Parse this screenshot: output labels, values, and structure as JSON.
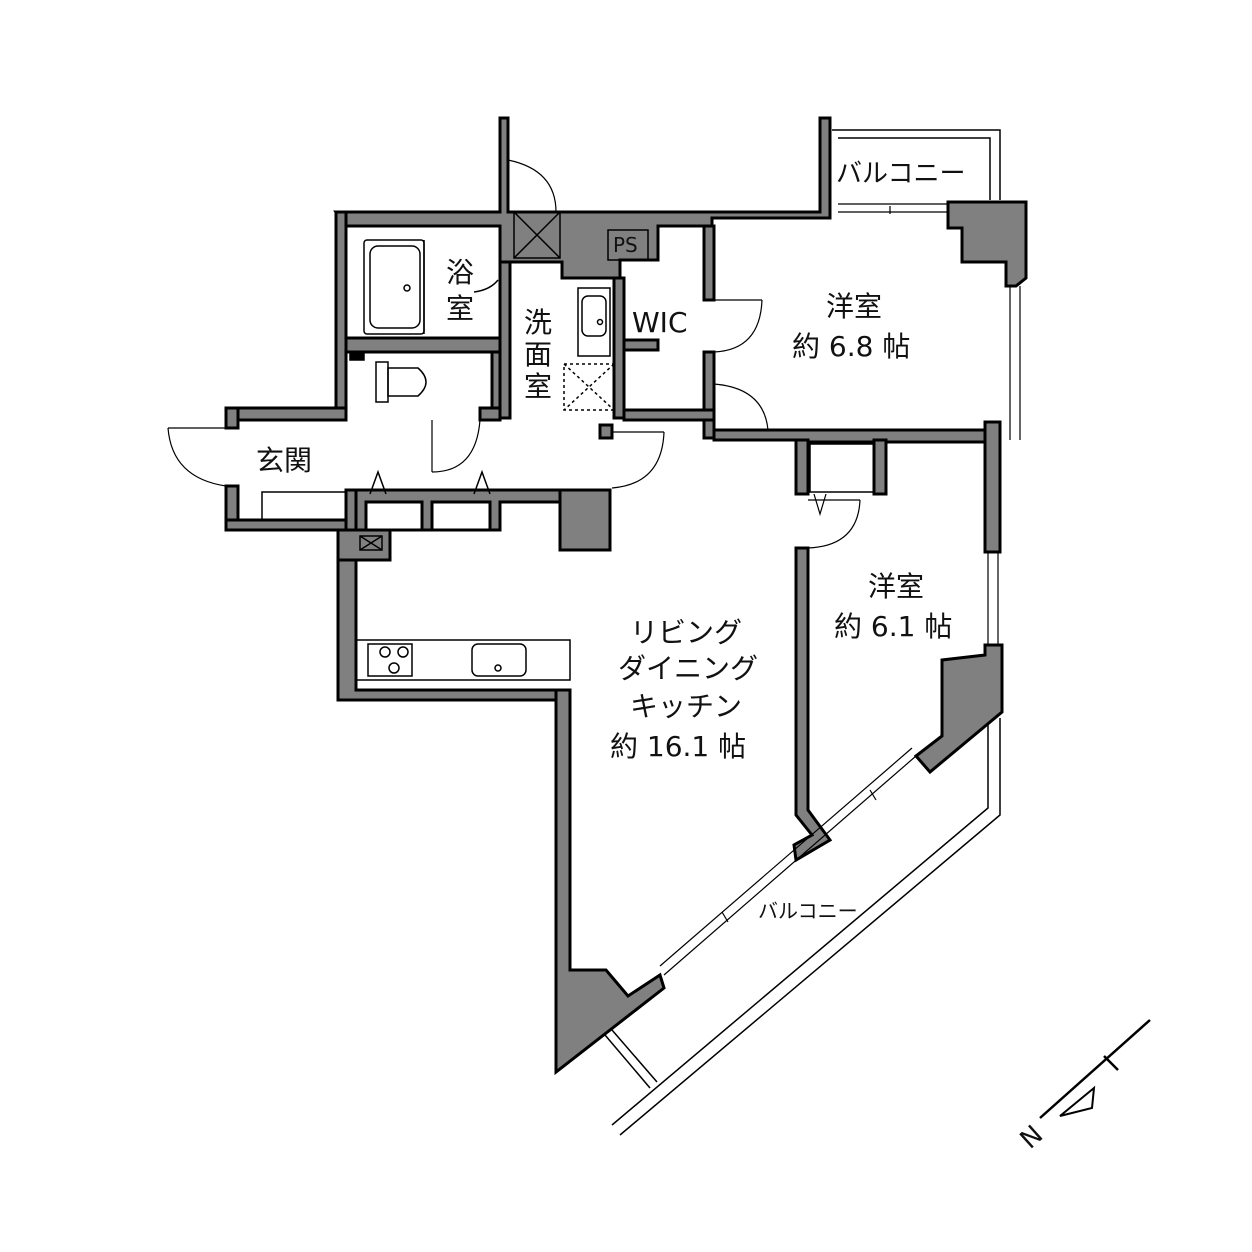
{
  "colors": {
    "wall": "#808080",
    "outline": "#000000",
    "background": "#ffffff"
  },
  "icons": [
    "bathtub-icon",
    "toilet-icon",
    "washbasin-icon",
    "kitchen-stove-icon",
    "kitchen-sink-icon",
    "north-arrow-icon"
  ],
  "rooms": {
    "balcony_top": "バルコニー",
    "bath": [
      "浴",
      "室"
    ],
    "washroom": [
      "洗",
      "面",
      "室"
    ],
    "ps": "PS",
    "wic": "WIC",
    "western_room_1": {
      "name": "洋室",
      "size": "約 6.8 帖"
    },
    "entrance": "玄関",
    "western_room_2": {
      "name": "洋室",
      "size": "約 6.1 帖"
    },
    "ldk": {
      "line1": "リビング",
      "line2": "ダイニング",
      "line3": "キッチン",
      "size": "約 16.1 帖"
    },
    "balcony_bottom": "バルコニー"
  },
  "compass": {
    "label": "N"
  }
}
